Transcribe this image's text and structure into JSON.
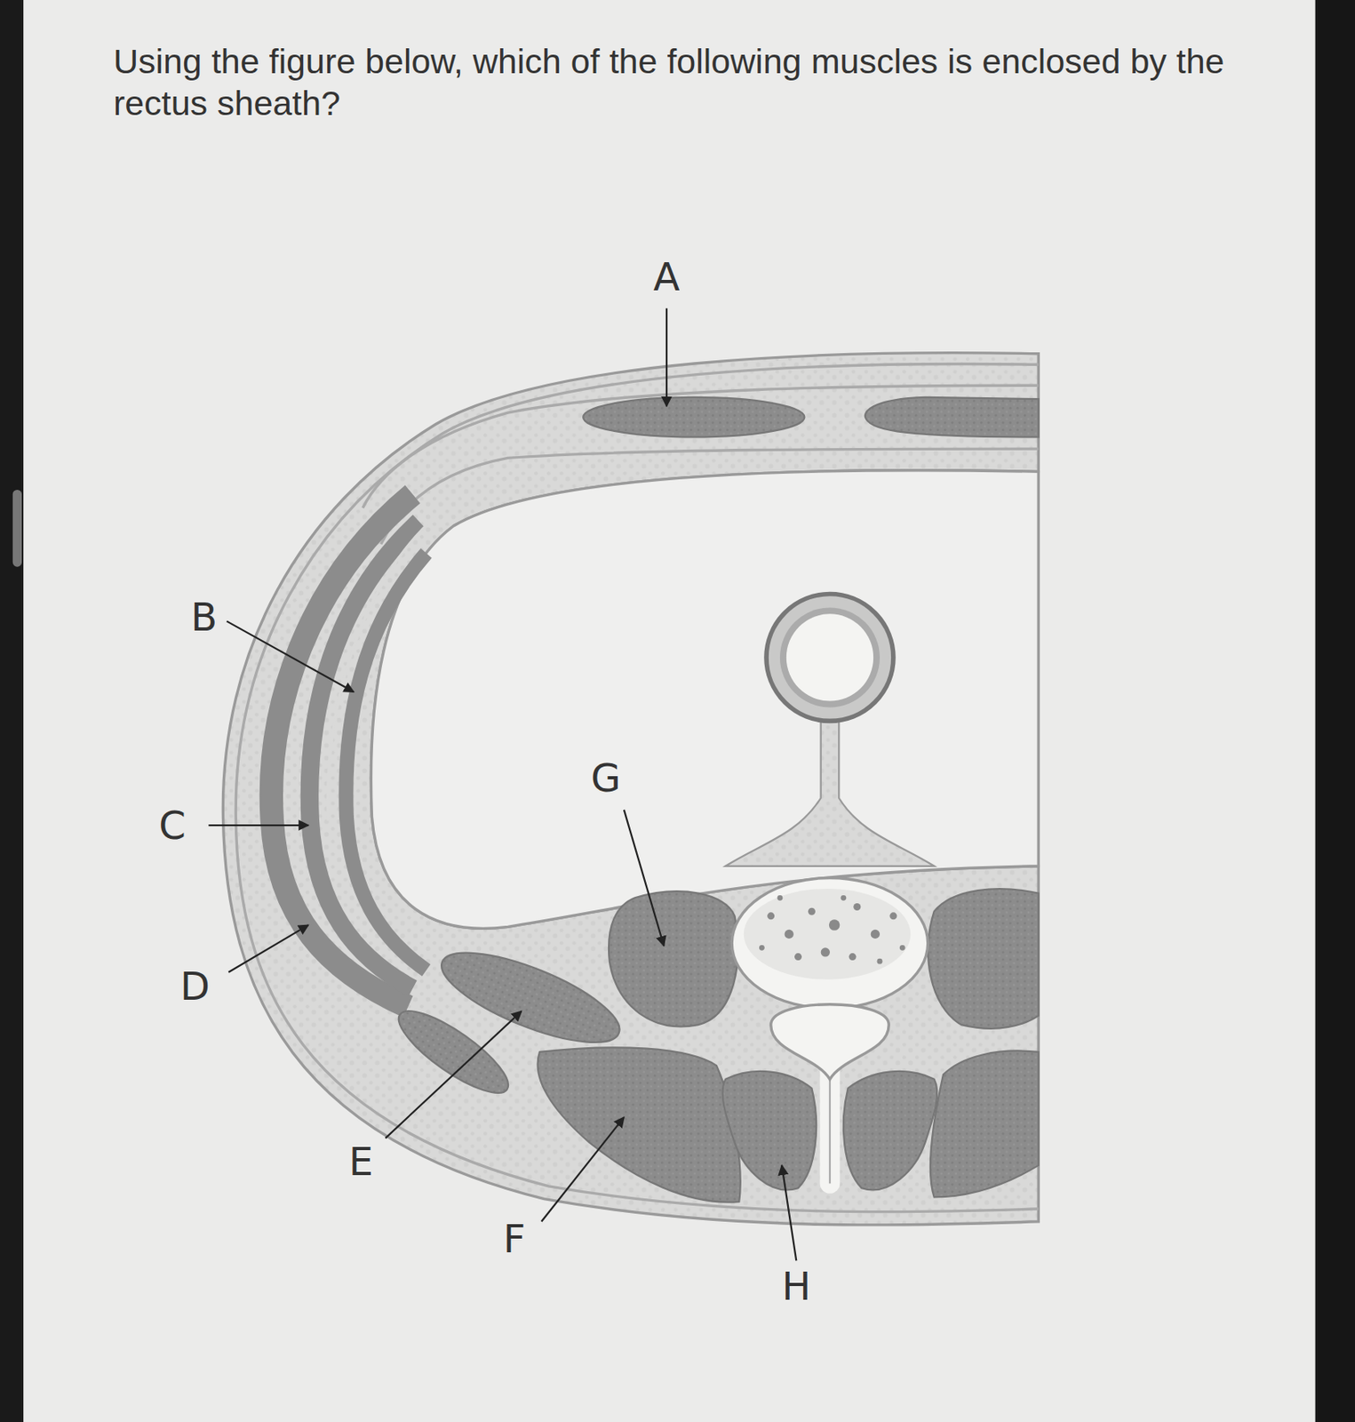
{
  "diagram": {
    "title": "Using the figure below, which of the following muscles is enclosed by the rectus sheath?",
    "labels": [
      "A",
      "B",
      "C",
      "D",
      "E",
      "F",
      "G",
      "H"
    ]
  }
}
